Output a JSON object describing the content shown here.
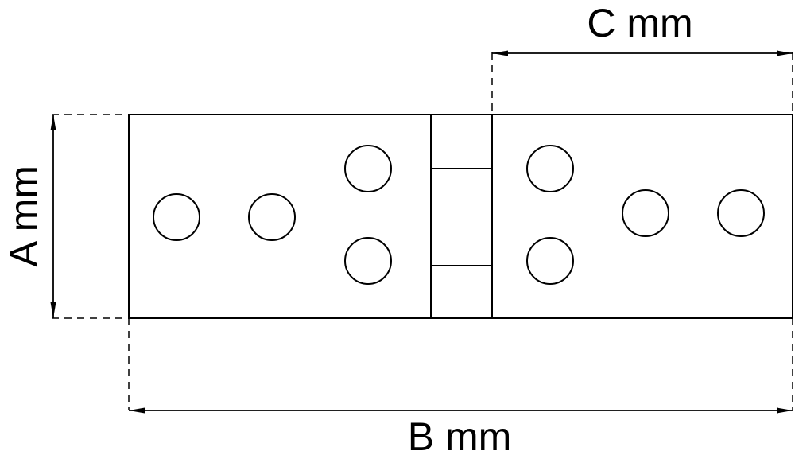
{
  "labels": {
    "height": "A mm",
    "length": "B mm",
    "leaf_width": "C mm"
  },
  "colors": {
    "line": "#000000",
    "fill": "#ffffff"
  }
}
